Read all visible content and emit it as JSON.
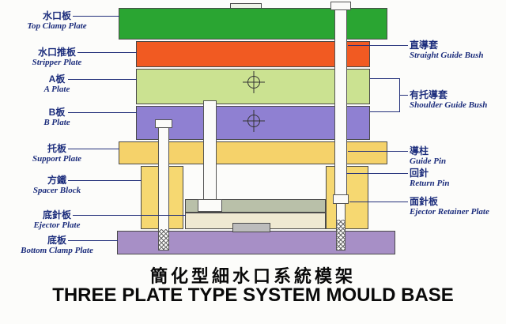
{
  "title": {
    "zh": "簡化型細水口系統模架",
    "en": "THREE PLATE TYPE SYSTEM MOULD BASE"
  },
  "left_labels": [
    {
      "zh": "水口板",
      "en": "Top Clamp Plate"
    },
    {
      "zh": "水口推板",
      "en": "Stripper Plate"
    },
    {
      "zh": "A板",
      "en": "A Plate"
    },
    {
      "zh": "B板",
      "en": "B Plate"
    },
    {
      "zh": "托板",
      "en": "Support Plate"
    },
    {
      "zh": "方鐵",
      "en": "Spacer Block"
    },
    {
      "zh": "底針板",
      "en": "Ejector Plate"
    },
    {
      "zh": "底板",
      "en": "Bottom Clamp Plate"
    }
  ],
  "right_labels": [
    {
      "zh": "直導套",
      "en": "Straight Guide Bush"
    },
    {
      "zh": "有托導套",
      "en": "Shoulder Guide Bush"
    },
    {
      "zh": "導柱",
      "en": "Guide Pin"
    },
    {
      "zh": "回針",
      "en": "Return Pin"
    },
    {
      "zh": "面針板",
      "en": "Ejector Retainer Plate"
    }
  ],
  "colors": {
    "top_clamp_plate": "#2aa532",
    "stripper_plate": "#f15a22",
    "a_plate": "#cbe291",
    "b_plate": "#8f80d2",
    "support_plate": "#f5d26a",
    "spacer_block": "#f6d871",
    "ejector_retainer_plate": "#b9c0a9",
    "ejector_plate": "#efe9d2",
    "bottom_clamp_plate": "#a78fc6"
  }
}
